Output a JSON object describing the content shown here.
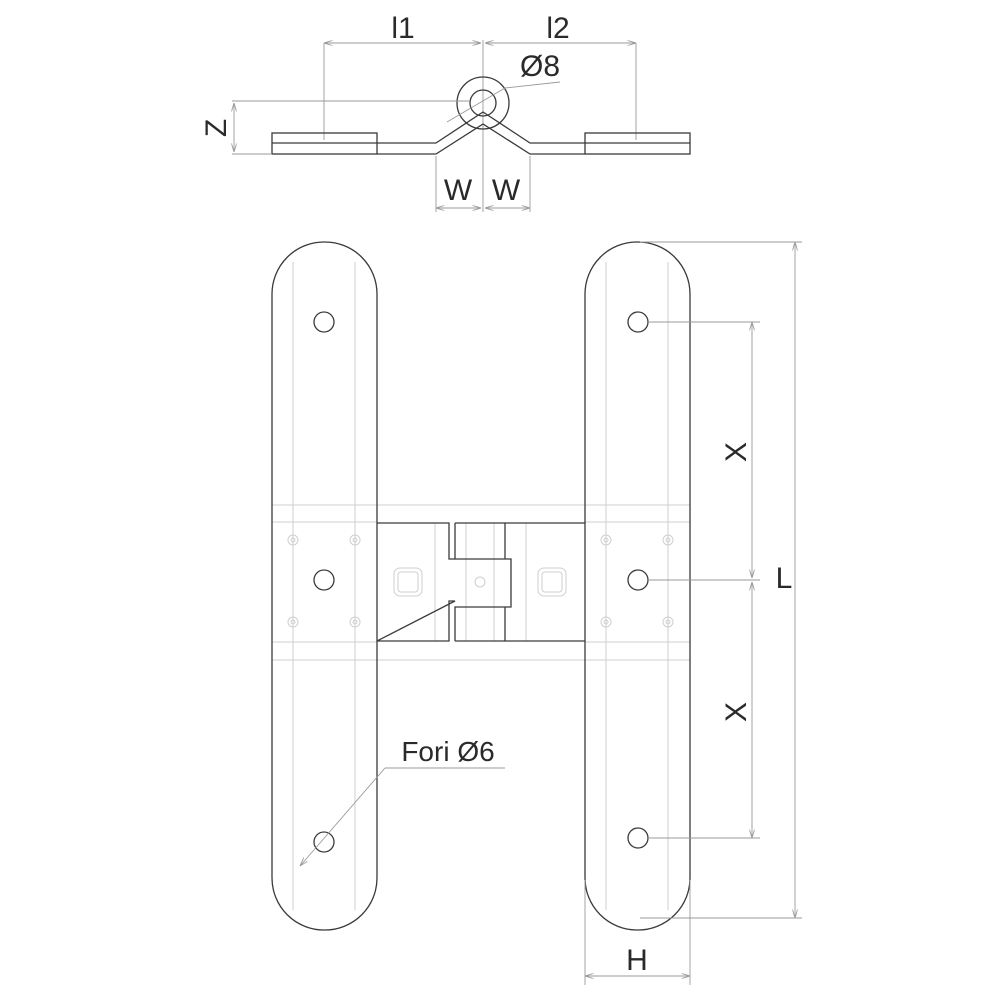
{
  "labels": {
    "l1": "l1",
    "l2": "l2",
    "diameter_pin": "Ø8",
    "z": "Z",
    "w_left": "W",
    "w_right": "W",
    "x_upper": "X",
    "x_lower": "X",
    "l": "L",
    "h": "H",
    "holes": "Fori Ø6"
  }
}
